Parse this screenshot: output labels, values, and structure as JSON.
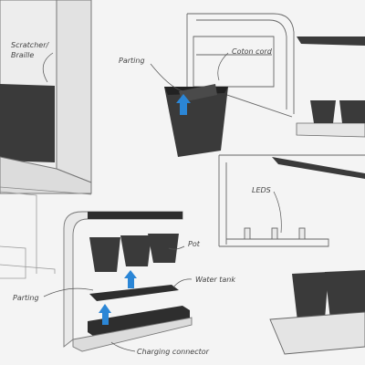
{
  "labels": {
    "scratcher": "Scratcher/",
    "braille": "Braille",
    "parting_top": "Parting",
    "coton_cord": "Coton cord",
    "leds": "LEDS",
    "pot": "Pot",
    "parting_bottom": "Parting",
    "water_tank": "Water tank",
    "charging_connector": "Charging connector"
  },
  "colors": {
    "background": "#f4f4f4",
    "pot": "#3a3a3a",
    "tray": "#2e2e2e",
    "arrow": "#2b86d6",
    "outline": "#555555"
  }
}
